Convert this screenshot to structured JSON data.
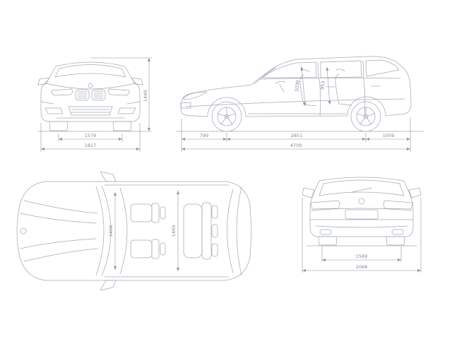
{
  "colors": {
    "background": "#ffffff",
    "car_line": "#a3aab4",
    "dimension_line": "#8d95a0"
  },
  "views": {
    "front": {
      "dims": {
        "track_front": "1579",
        "overall_width": "1827",
        "overall_height": "1440"
      }
    },
    "side": {
      "dims": {
        "front_overhang": "799",
        "wheelbase": "2851",
        "rear_overhang": "1059",
        "overall_length": "4709",
        "interior_height_front": "1030",
        "interior_height_rear": "953"
      }
    },
    "top": {
      "dims": {
        "interior_width_front": "1456",
        "interior_width_rear": "1469"
      }
    },
    "rear": {
      "dims": {
        "track_rear": "1569",
        "width_incl_mirrors": "2068"
      }
    }
  }
}
